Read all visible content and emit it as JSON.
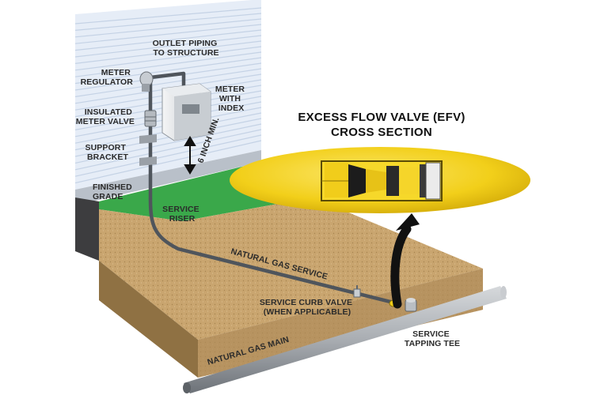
{
  "title": {
    "line1": "EXCESS FLOW VALVE (EFV)",
    "line2": "CROSS SECTION"
  },
  "labels": {
    "outlet_piping_1": "OUTLET PIPING",
    "outlet_piping_2": "TO STRUCTURE",
    "meter_regulator_1": "METER",
    "meter_regulator_2": "REGULATOR",
    "meter_index_1": "METER",
    "meter_index_2": "WITH",
    "meter_index_3": "INDEX",
    "insulated_valve_1": "INSULATED",
    "insulated_valve_2": "METER VALVE",
    "support_bracket_1": "SUPPORT",
    "support_bracket_2": "BRACKET",
    "six_inch": "6 INCH MIN.",
    "finished_grade_1": "FINISHED",
    "finished_grade_2": "GRADE",
    "service_riser_1": "SERVICE",
    "service_riser_2": "RISER",
    "natural_gas_service": "NATURAL GAS SERVICE",
    "curb_valve_1": "SERVICE CURB VALVE",
    "curb_valve_2": "(WHEN APPLICABLE)",
    "tapping_tee_1": "SERVICE",
    "tapping_tee_2": "TAPPING TEE",
    "natural_gas_main": "NATURAL GAS MAIN"
  },
  "colors": {
    "wall": "#e4ecf6",
    "wall_lines": "#c2d0e4",
    "grass": "#3aa84a",
    "soil": "#c8a46e",
    "pipe": "#5a6068",
    "main_pipe": "#a9adb2",
    "efv_yellow": "#f4d21c",
    "arrow": "#111111"
  }
}
